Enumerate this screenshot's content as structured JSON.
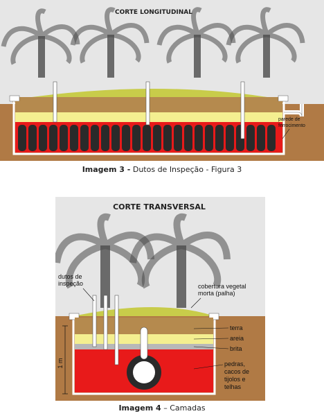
{
  "figure1": {
    "title": "CORTE LONGITUDINAL",
    "label_wall": [
      "parede de",
      "ferrocimento"
    ],
    "caption_bold": "Imagem 3 -",
    "caption_text": " Dutos de Inspeção - Figura 3"
  },
  "figure2": {
    "title": "CORTE TRANSVERSAL",
    "label_ducts": [
      "dutos de",
      "inspeção"
    ],
    "label_mulch": [
      "cobertura vegetal",
      "morta (palha)"
    ],
    "label_soil": "terra",
    "label_sand": "areia",
    "label_gravel": "brita",
    "label_stones": [
      "pedras,",
      "cacos de",
      "tijolos e",
      "telhas"
    ],
    "label_depth": "1 m",
    "caption_bold": "Imagem 4",
    "caption_text": " – Camadas"
  },
  "colors": {
    "soil": "#b07a45",
    "grass": "#c8cc4a",
    "sand": "#f4ef90",
    "red": "#e81a1a",
    "tire": "#2a2a2a",
    "wall": "#ffffff"
  }
}
